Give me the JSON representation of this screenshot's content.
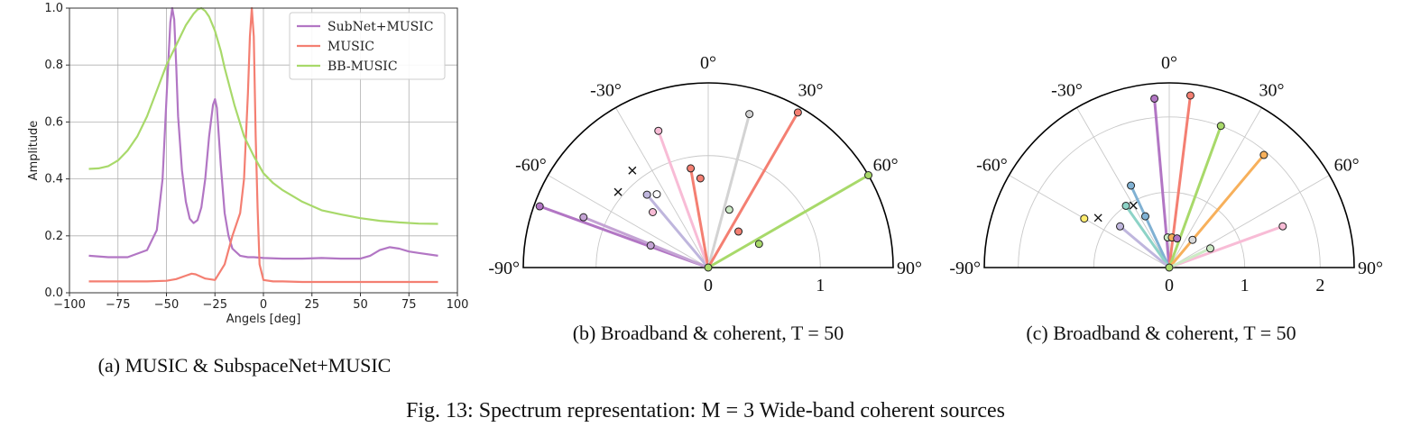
{
  "figure_caption": "Fig. 13: Spectrum representation: M = 3 Wide-band coherent sources",
  "chart_data": [
    {
      "type": "line",
      "caption": "(a) MUSIC & SubspaceNet+MUSIC",
      "xlabel": "Angels [deg]",
      "ylabel": "Amplitude",
      "xlim": [
        -100,
        100
      ],
      "ylim": [
        0,
        1
      ],
      "xticks": [
        -100,
        -75,
        -50,
        -25,
        0,
        25,
        50,
        75,
        100
      ],
      "xtick_labels": [
        "−100",
        "−75",
        "−50",
        "−25",
        "0",
        "25",
        "50",
        "75",
        "100"
      ],
      "yticks": [
        0,
        0.2,
        0.4,
        0.6,
        0.8,
        1.0
      ],
      "ytick_labels": [
        "0.0",
        "0.2",
        "0.4",
        "0.6",
        "0.8",
        "1.0"
      ],
      "grid": true,
      "legend_position": "top-right",
      "series": [
        {
          "name": "SubNet+MUSIC",
          "color": "#b276c4",
          "x": [
            -90,
            -80,
            -70,
            -60,
            -55,
            -52,
            -50,
            -48,
            -47,
            -46,
            -45,
            -44,
            -42,
            -40,
            -38,
            -36,
            -34,
            -32,
            -30,
            -28,
            -26,
            -25,
            -24,
            -22,
            -20,
            -18,
            -16,
            -12,
            -8,
            -5,
            0,
            10,
            20,
            30,
            40,
            50,
            55,
            60,
            65,
            70,
            75,
            80,
            90
          ],
          "values": [
            0.13,
            0.125,
            0.125,
            0.15,
            0.22,
            0.4,
            0.68,
            0.95,
            1.0,
            0.96,
            0.8,
            0.62,
            0.43,
            0.32,
            0.26,
            0.245,
            0.255,
            0.3,
            0.4,
            0.55,
            0.66,
            0.68,
            0.65,
            0.45,
            0.28,
            0.2,
            0.155,
            0.13,
            0.125,
            0.125,
            0.122,
            0.12,
            0.12,
            0.122,
            0.12,
            0.12,
            0.13,
            0.15,
            0.16,
            0.155,
            0.145,
            0.14,
            0.13
          ]
        },
        {
          "name": "MUSIC",
          "color": "#f47f72",
          "x": [
            -90,
            -60,
            -50,
            -45,
            -40,
            -37,
            -35,
            -30,
            -25,
            -20,
            -16,
            -14,
            -12,
            -10,
            -8,
            -7,
            -6,
            -5,
            -4,
            -3,
            -2,
            0,
            5,
            10,
            20,
            40,
            60,
            80,
            90
          ],
          "values": [
            0.04,
            0.04,
            0.042,
            0.048,
            0.06,
            0.067,
            0.065,
            0.05,
            0.045,
            0.1,
            0.2,
            0.24,
            0.28,
            0.4,
            0.7,
            0.9,
            1.0,
            0.9,
            0.55,
            0.3,
            0.1,
            0.045,
            0.04,
            0.04,
            0.038,
            0.038,
            0.038,
            0.038,
            0.038
          ]
        },
        {
          "name": "BB-MUSIC",
          "color": "#a8d96a",
          "x": [
            -90,
            -85,
            -80,
            -75,
            -70,
            -65,
            -60,
            -55,
            -50,
            -45,
            -40,
            -36,
            -34,
            -32,
            -30,
            -28,
            -25,
            -22,
            -20,
            -15,
            -10,
            -5,
            0,
            5,
            10,
            15,
            20,
            30,
            40,
            50,
            60,
            70,
            80,
            90
          ],
          "values": [
            0.435,
            0.437,
            0.445,
            0.465,
            0.5,
            0.55,
            0.62,
            0.71,
            0.8,
            0.87,
            0.94,
            0.98,
            0.995,
            1.0,
            0.99,
            0.97,
            0.92,
            0.85,
            0.79,
            0.66,
            0.55,
            0.48,
            0.42,
            0.385,
            0.36,
            0.34,
            0.32,
            0.29,
            0.275,
            0.262,
            0.253,
            0.247,
            0.243,
            0.242
          ]
        }
      ]
    },
    {
      "type": "polar",
      "caption": "(b) Broadband & coherent, T = 50",
      "angle_ticks": [
        -90,
        -60,
        -30,
        0,
        30,
        60,
        90
      ],
      "angle_labels": [
        "-90°",
        "-60°",
        "-30°",
        "0°",
        "30°",
        "60°",
        "90°"
      ],
      "radial_ticks": [
        0,
        1
      ],
      "radial_labels": [
        "0",
        "1"
      ],
      "rmax": 1.65,
      "grid": true,
      "rays": [
        {
          "theta": -70,
          "r": 1.6,
          "color": "#b276c4"
        },
        {
          "theta": -68,
          "r": 1.2,
          "color": "#c4a3d4"
        },
        {
          "theta": -40,
          "r": 0.85,
          "color": "#bfb6dd"
        },
        {
          "theta": -20,
          "r": 1.3,
          "color": "#f8bcd6"
        },
        {
          "theta": -10,
          "r": 0.9,
          "color": "#f47f72"
        },
        {
          "theta": 15,
          "r": 1.42,
          "color": "#d3d3d3"
        },
        {
          "theta": 30,
          "r": 1.6,
          "color": "#f47f72"
        },
        {
          "theta": 60,
          "r": 1.65,
          "color": "#a8d96a"
        }
      ],
      "markers": [
        {
          "theta": -69,
          "r": 0.55,
          "color": "#c4a3d4"
        },
        {
          "theta": -45,
          "r": 0.7,
          "color": "#f8bcd6"
        },
        {
          "theta": -35,
          "r": 0.8,
          "color": "#ffffff"
        },
        {
          "theta": -5,
          "r": 0.8,
          "color": "#f47f72"
        },
        {
          "theta": 20,
          "r": 0.55,
          "color": "#ccebc5"
        },
        {
          "theta": 40,
          "r": 0.42,
          "color": "#f47f72"
        },
        {
          "theta": 65,
          "r": 0.5,
          "color": "#a8d96a"
        },
        {
          "theta": 0,
          "r": 0.0,
          "color": "#a8d96a"
        }
      ],
      "crosses": [
        {
          "theta": -50,
          "r": 1.05
        },
        {
          "theta": -38,
          "r": 1.1
        }
      ]
    },
    {
      "type": "polar",
      "caption": "(c) Broadband & coherent, T = 50",
      "angle_ticks": [
        -90,
        -60,
        -30,
        0,
        30,
        60,
        90
      ],
      "angle_labels": [
        "-90°",
        "-60°",
        "-30°",
        "0°",
        "30°",
        "60°",
        "90°"
      ],
      "radial_ticks": [
        0,
        1,
        2
      ],
      "radial_labels": [
        "0",
        "1",
        "2"
      ],
      "rmax": 2.45,
      "grid": true,
      "rays": [
        {
          "theta": -5,
          "r": 2.25,
          "color": "#b276c4"
        },
        {
          "theta": 7,
          "r": 2.3,
          "color": "#f47f72"
        },
        {
          "theta": 20,
          "r": 2.0,
          "color": "#a8d96a"
        },
        {
          "theta": 40,
          "r": 1.95,
          "color": "#f7b05b"
        },
        {
          "theta": 70,
          "r": 1.6,
          "color": "#f8bcd6"
        },
        {
          "theta": -25,
          "r": 1.2,
          "color": "#80b1d3"
        },
        {
          "theta": -35,
          "r": 1.0,
          "color": "#8dd3c7"
        },
        {
          "theta": -50,
          "r": 0.85,
          "color": "#bfb6dd"
        },
        {
          "theta": 65,
          "r": 0.6,
          "color": "#ccebc5"
        }
      ],
      "markers": [
        {
          "theta": -60,
          "r": 1.3,
          "color": "#ffed6f"
        },
        {
          "theta": -25,
          "r": 0.75,
          "color": "#80b1d3"
        },
        {
          "theta": -3,
          "r": 0.4,
          "color": "#ccebc5"
        },
        {
          "theta": 5,
          "r": 0.4,
          "color": "#f7b05b"
        },
        {
          "theta": 15,
          "r": 0.4,
          "color": "#b276c4"
        },
        {
          "theta": 40,
          "r": 0.48,
          "color": "#d9d9d9"
        },
        {
          "theta": 0,
          "r": 0.0,
          "color": "#a8d96a"
        }
      ],
      "crosses": [
        {
          "theta": -55,
          "r": 1.15
        },
        {
          "theta": -30,
          "r": 0.95
        }
      ]
    }
  ]
}
